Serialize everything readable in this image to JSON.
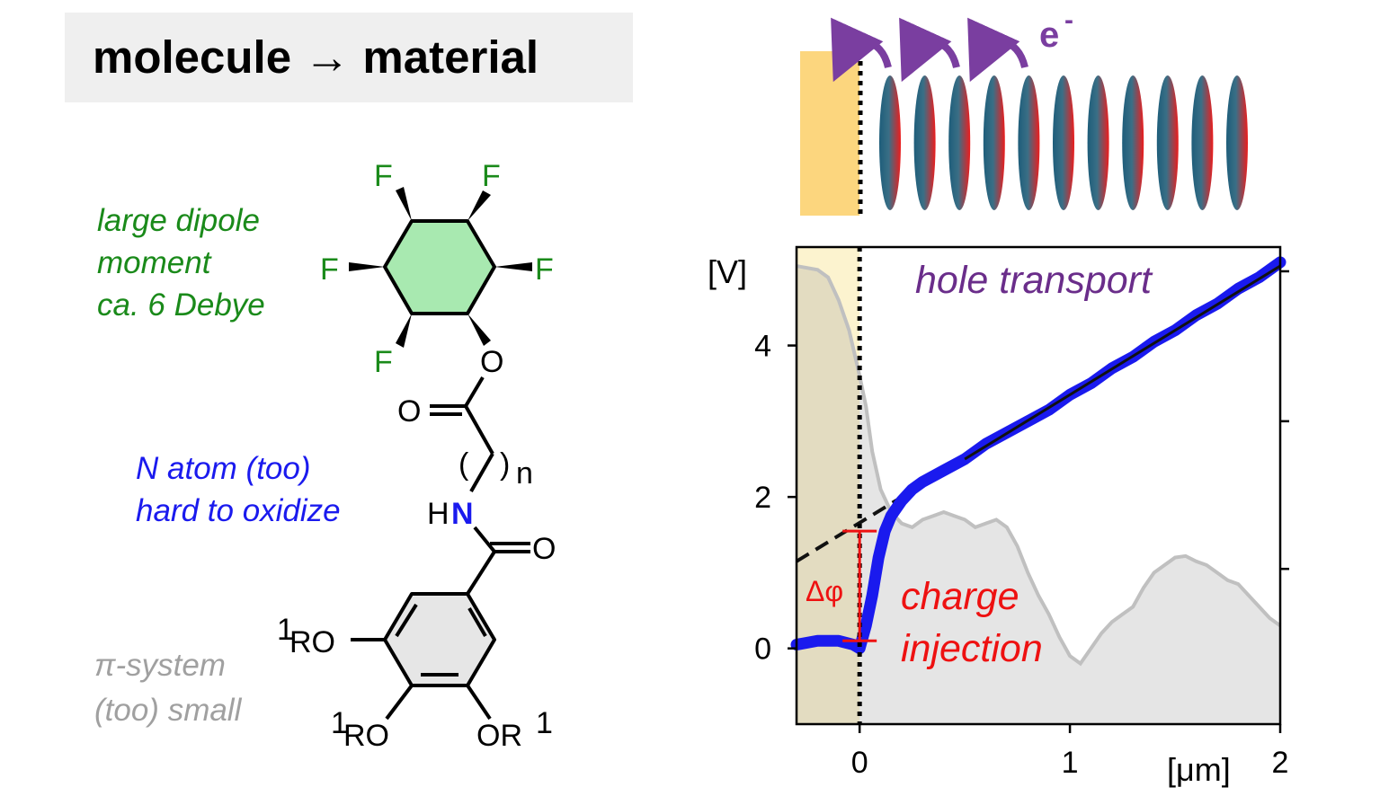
{
  "header": {
    "title": "molecule → material"
  },
  "annotations": {
    "dipole": [
      "large dipole",
      "moment",
      "ca. 6 Debye"
    ],
    "n_atom": [
      "N atom (too)",
      "hard to oxidize"
    ],
    "pi_system": [
      "π-system",
      "(too) small"
    ]
  },
  "structure": {
    "fluorine": "F",
    "oxygen": "O",
    "nitrogen": "N",
    "hydrogen": "H",
    "chain_sub": "n",
    "left_paren": "(",
    "right_paren": ")",
    "ro_sup": "1",
    "ro_text": "RO",
    "or_text": "OR"
  },
  "schematic": {
    "electron_label": "e",
    "electron_sup": "-"
  },
  "chart_data": {
    "type": "line",
    "ylabel": "[V]",
    "xlabel": "[μm]",
    "xlim": [
      -0.3,
      2.0
    ],
    "ylim": [
      -1.0,
      5.3
    ],
    "x_ticks": [
      "0",
      "1",
      "2"
    ],
    "y_ticks": [
      "0",
      "2",
      "4"
    ],
    "annotations": {
      "hole": "hole transport",
      "charge": [
        "charge",
        "injection"
      ],
      "delta": "Δφ"
    },
    "series": [
      {
        "role": "potential (blue)",
        "x": [
          -0.3,
          -0.2,
          -0.1,
          -0.03,
          0.0,
          0.03,
          0.06,
          0.09,
          0.12,
          0.15,
          0.2,
          0.25,
          0.3,
          0.4,
          0.5,
          0.6,
          0.7,
          0.8,
          0.9,
          1.0,
          1.1,
          1.2,
          1.3,
          1.4,
          1.5,
          1.6,
          1.7,
          1.8,
          1.9,
          2.0
        ],
        "y": [
          0.05,
          0.1,
          0.1,
          0.05,
          0.0,
          0.3,
          0.7,
          1.2,
          1.55,
          1.75,
          1.95,
          2.1,
          2.2,
          2.35,
          2.5,
          2.7,
          2.85,
          3.0,
          3.15,
          3.35,
          3.5,
          3.7,
          3.85,
          4.05,
          4.2,
          4.4,
          4.55,
          4.75,
          4.9,
          5.1
        ]
      },
      {
        "role": "linear fit (dashed)",
        "x": [
          -0.3,
          2.0
        ],
        "y": [
          1.15,
          5.05
        ]
      },
      {
        "role": "topography (gray, arbitrary)",
        "x": [
          -0.3,
          -0.2,
          -0.15,
          -0.1,
          -0.05,
          0.0,
          0.03,
          0.06,
          0.1,
          0.15,
          0.2,
          0.25,
          0.3,
          0.35,
          0.4,
          0.45,
          0.5,
          0.55,
          0.6,
          0.65,
          0.7,
          0.75,
          0.8,
          0.85,
          0.9,
          0.95,
          1.0,
          1.05,
          1.1,
          1.15,
          1.2,
          1.25,
          1.3,
          1.35,
          1.4,
          1.45,
          1.5,
          1.55,
          1.6,
          1.65,
          1.7,
          1.75,
          1.8,
          1.85,
          1.9,
          1.95,
          2.0
        ],
        "y": [
          5.05,
          5.0,
          4.9,
          4.6,
          4.2,
          3.6,
          3.2,
          2.6,
          2.1,
          1.8,
          1.65,
          1.6,
          1.7,
          1.75,
          1.8,
          1.75,
          1.7,
          1.6,
          1.65,
          1.7,
          1.6,
          1.35,
          1.0,
          0.7,
          0.45,
          0.15,
          -0.1,
          -0.2,
          0.0,
          0.2,
          0.35,
          0.45,
          0.55,
          0.8,
          1.0,
          1.1,
          1.2,
          1.22,
          1.15,
          1.1,
          1.0,
          0.9,
          0.85,
          0.7,
          0.55,
          0.4,
          0.3
        ]
      },
      {
        "role": "delta phi bracket (red)",
        "x": [
          0.0,
          0.0
        ],
        "y": [
          0.1,
          1.55
        ]
      }
    ]
  }
}
